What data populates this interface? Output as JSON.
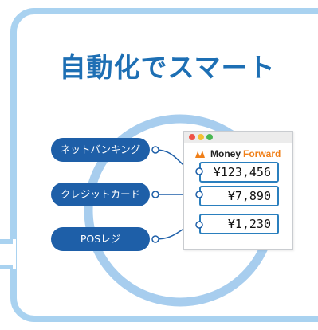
{
  "title": "自動化でスマート",
  "brand": {
    "name_part1": "Money",
    "name_part2": "Forward",
    "accent_orange": "#f07f18"
  },
  "sources": [
    {
      "label": "ネットバンキング"
    },
    {
      "label": "クレジットカード"
    },
    {
      "label": "POSレジ"
    }
  ],
  "amounts": [
    {
      "value": "¥123,456"
    },
    {
      "value": "¥7,890"
    },
    {
      "value": "¥1,230"
    }
  ],
  "colors": {
    "title": "#1d6fb4",
    "pill": "#1e5fa8",
    "frame": "#a9d2f0",
    "ring": "#a7cdee"
  }
}
